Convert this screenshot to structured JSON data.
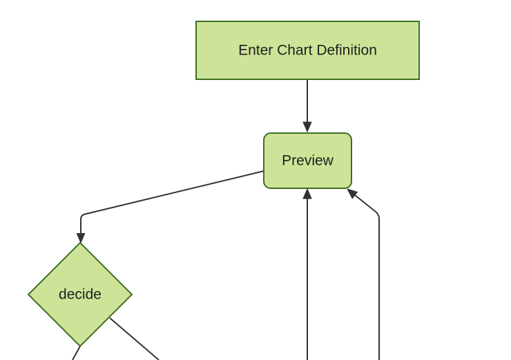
{
  "diagram": {
    "type": "flowchart",
    "direction": "top-down",
    "nodes": [
      {
        "id": "A",
        "label": "Enter Chart Definition",
        "shape": "rectangle"
      },
      {
        "id": "B",
        "label": "Preview",
        "shape": "rounded-rectangle"
      },
      {
        "id": "C",
        "label": "decide",
        "shape": "diamond"
      }
    ],
    "edges": [
      {
        "from": "A",
        "to": "B",
        "arrow": true
      },
      {
        "from": "B",
        "to": "C",
        "arrow": true
      },
      {
        "from": "C",
        "to": "offscreen-bottom-left",
        "arrow": false
      },
      {
        "from": "C",
        "to": "offscreen-bottom-right",
        "arrow": false
      },
      {
        "from": "offscreen-bottom",
        "to": "B",
        "arrow": true
      },
      {
        "from": "offscreen-bottom-right",
        "to": "B",
        "arrow": true
      }
    ],
    "theme": {
      "node_fill": "#cde498",
      "node_stroke": "#3e6e23",
      "edge_color": "#333333",
      "text_color": "#1f1f1f",
      "background": "#ffffff"
    }
  }
}
